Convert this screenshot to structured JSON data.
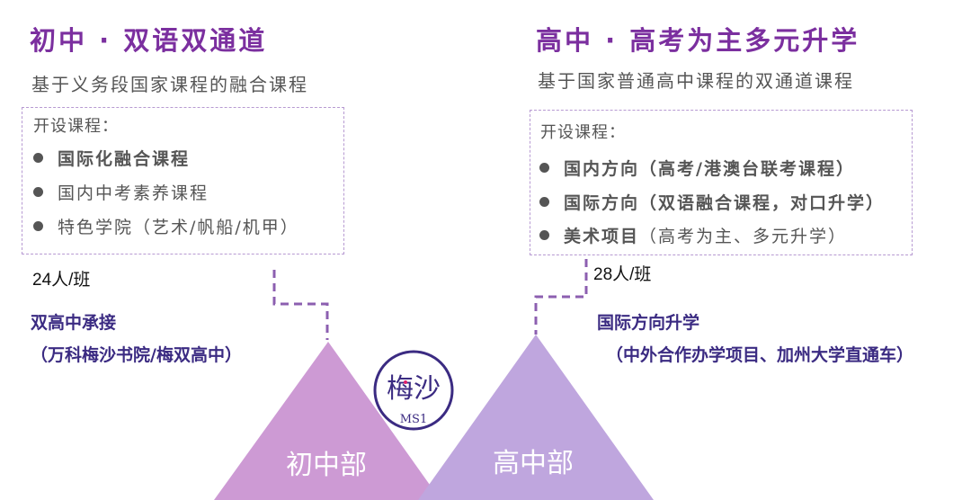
{
  "junior": {
    "title": "初中 · 双语双通道",
    "subtitle": "基于义务段国家课程的融合课程",
    "courses_header": "开设课程：",
    "courses": [
      "国际化融合课程",
      "国内中考素养课程",
      "特色学院（艺术/帆船/机甲）"
    ],
    "class_size": "24人/班",
    "pathway": "双高中承接",
    "pathway_detail": "（万科梅沙书院/梅双高中）",
    "section": "初中部",
    "color": "#cd9ad4"
  },
  "senior": {
    "title": "高中 · 高考为主多元升学",
    "subtitle": "基于国家普通高中课程的双通道课程",
    "courses_header": "开设课程：",
    "courses": [
      {
        "main": "国内方向",
        "detail": "（高考/港澳台联考课程）"
      },
      {
        "main": "国际方向",
        "detail": "（双语融合课程，对口升学）"
      },
      {
        "main": "美术项目",
        "detail": "（高考为主、多元升学）"
      }
    ],
    "class_size": "28人/班",
    "pathway": "国际方向升学",
    "pathway_detail": "（中外合作办学项目、加州大学直通车）",
    "section": "高中部",
    "color": "#bfa6de"
  },
  "logo": {
    "text": "梅沙",
    "initials": "MS1"
  }
}
